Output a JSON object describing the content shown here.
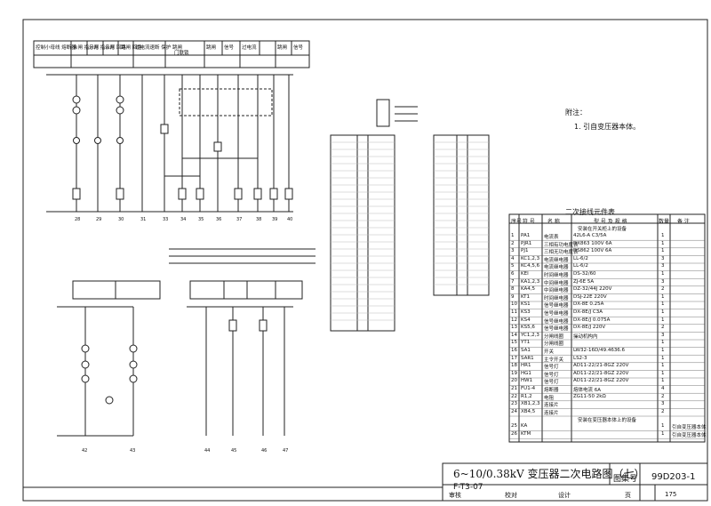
{
  "top_header": [
    "控制小母线 熔断器",
    "合闸 指示灯",
    "分闸 指示灯",
    "合闸 回路",
    "跳闸 回路",
    "过电流速断 保护 跳闸",
    "门联锁",
    "跳闸",
    "信号",
    "过电流",
    "跳闸",
    "信号"
  ],
  "notes": {
    "heading": "附注：",
    "item1": "1. 引自变压器本体。"
  },
  "table": {
    "title": "二次接线元件表",
    "headers": [
      "序号",
      "符 号",
      "名 称",
      "型 号 及 规 格",
      "数量",
      "备 注"
    ],
    "section1": "安装在开关柜上的设备",
    "section2": "安装在变压器本体上的设备",
    "rows": [
      [
        "1",
        "PA1",
        "电流表",
        "42L6-A C3/5A",
        "1",
        ""
      ],
      [
        "2",
        "PJR1",
        "三相有功电度表",
        "DX863 100V 6A",
        "1",
        ""
      ],
      [
        "3",
        "PJ1",
        "三相无功电度表",
        "DS862 100V 6A",
        "1",
        ""
      ],
      [
        "4",
        "KC1,2,3",
        "电流继电器",
        "LL-6/2",
        "3",
        ""
      ],
      [
        "5",
        "KC4,5,6",
        "电流继电器",
        "LL-6/2",
        "3",
        ""
      ],
      [
        "6",
        "KEI",
        "时间继电器",
        "DS-32/60",
        "1",
        ""
      ],
      [
        "7",
        "KA1,2,3",
        "中间继电器",
        "ZJ-6E 5A",
        "3",
        ""
      ],
      [
        "8",
        "KA4,5",
        "中间继电器",
        "DZ-32/44J 220V",
        "2",
        ""
      ],
      [
        "9",
        "KT1",
        "时间继电器",
        "DSJ-22E 220V",
        "1",
        ""
      ],
      [
        "10",
        "KS1",
        "信号继电器",
        "DX-8E 0.25A",
        "1",
        ""
      ],
      [
        "11",
        "KS3",
        "信号继电器",
        "DX-8E/J C3A",
        "1",
        ""
      ],
      [
        "12",
        "KS4",
        "信号继电器",
        "DX-8E/J 0.075A",
        "1",
        ""
      ],
      [
        "13",
        "KS5,6",
        "信号继电器",
        "DX-8E/J 220V",
        "2",
        ""
      ],
      [
        "14",
        "YC1,2,3",
        "分闸线圈",
        "操动机构内",
        "3",
        ""
      ],
      [
        "15",
        "YT1",
        "分闸线圈",
        "",
        "1",
        ""
      ],
      [
        "16",
        "SA1",
        "开关",
        "LW32-16D/49.4636.6",
        "1",
        ""
      ],
      [
        "17",
        "SAR1",
        "主令开关",
        "LS2-3",
        "1",
        ""
      ],
      [
        "18",
        "HR1",
        "信号灯",
        "AD11-22/21-8GZ 220V",
        "1",
        ""
      ],
      [
        "19",
        "HG1",
        "信号灯",
        "AD11-22/21-8GZ 220V",
        "1",
        ""
      ],
      [
        "20",
        "HW1",
        "信号灯",
        "AD11-22/21-8GZ 220V",
        "1",
        ""
      ],
      [
        "21",
        "FU1-4",
        "熔断器",
        "熔体电流 6A",
        "4",
        ""
      ],
      [
        "22",
        "R1,2",
        "电阻",
        "ZG11-50 2kΩ",
        "2",
        ""
      ],
      [
        "23",
        "XB1,2,3",
        "连接片",
        "",
        "3",
        ""
      ],
      [
        "24",
        "XB4,5",
        "连接片",
        "",
        "2",
        ""
      ],
      [
        "25",
        "KA",
        "",
        "",
        "1",
        "引自变压器本体"
      ],
      [
        "26",
        "KTM",
        "",
        "",
        "1",
        "引自变压器本体"
      ]
    ]
  },
  "title_block": {
    "title": "6~10/0.38kV 变压器二次电路图（七）",
    "code": "F-T3-07",
    "atlas_label": "图集号",
    "atlas_no": "99D203-1",
    "page_label": "页",
    "page_no": "175",
    "sig_labels": [
      "审核",
      "校对",
      "设计"
    ]
  }
}
